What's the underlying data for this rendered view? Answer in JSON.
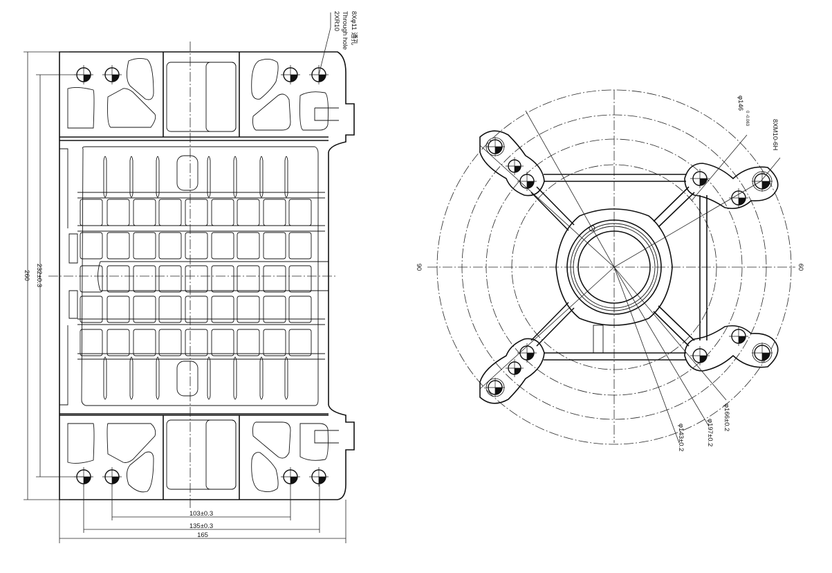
{
  "front_view": {
    "dim_width_overall": "165",
    "dim_width_holes_outer": "135±0.3",
    "dim_width_holes_inner": "103±0.3",
    "dim_height_overall": "260",
    "dim_height_holes": "232±0.3",
    "hole_callout": [
      "8Xφ11 通孔",
      "Through hole",
      "2XR10"
    ]
  },
  "top_view": {
    "dim_angle_left": "90",
    "dim_angle_right": "60",
    "dim_bore": "φ146",
    "dim_bore_tol": "0 -0.063",
    "dim_thread": "8XM10-6H",
    "dim_d166": "φ166±0.2",
    "dim_d197": "φ197±0.2",
    "dim_d143": "φ143±0.2"
  }
}
